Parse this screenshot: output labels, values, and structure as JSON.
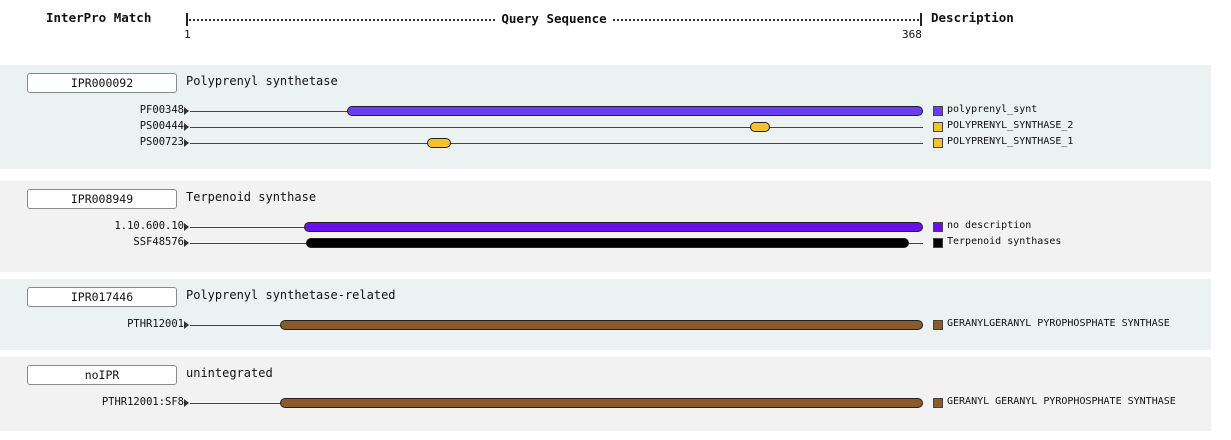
{
  "header": {
    "match_label": "InterPro Match",
    "query_label": "Query Sequence",
    "description_label": "Description",
    "start": "1",
    "end": "368"
  },
  "sequence_length": 368,
  "groups": [
    {
      "id": "IPR000092",
      "name": "Polyprenyl synthetase",
      "rows": [
        {
          "label": "PF00348",
          "start": 79,
          "end": 382,
          "color": "#6a3df0",
          "desc": "polyprenyl_synt"
        },
        {
          "label": "PS00444",
          "start": 281,
          "end": 291,
          "color": "#f5c12e",
          "desc": "POLYPRENYL_SYNTHASE_2"
        },
        {
          "label": "PS00723",
          "start": 119,
          "end": 131,
          "color": "#f5c12e",
          "desc": "POLYPRENYL_SYNTHASE_1"
        }
      ]
    },
    {
      "id": "IPR008949",
      "name": "Terpenoid synthase",
      "rows": [
        {
          "label": "1.10.600.10",
          "start": 57,
          "end": 368,
          "color": "#6a10e8",
          "desc": "no description"
        },
        {
          "label": "SSF48576",
          "start": 58,
          "end": 361,
          "color": "#000000",
          "desc": "Terpenoid synthases"
        }
      ]
    },
    {
      "id": "IPR017446",
      "name": "Polyprenyl synthetase-related",
      "rows": [
        {
          "label": "PTHR12001",
          "start": 45,
          "end": 368,
          "color": "#8b5a2b",
          "desc": "GERANYLGERANYL PYROPHOSPHATE SYNTHASE"
        }
      ]
    },
    {
      "id": "noIPR",
      "name": "unintegrated",
      "rows": [
        {
          "label": "PTHR12001:SF8",
          "start": 45,
          "end": 368,
          "color": "#8b5a2b",
          "desc": "GERANYL GERANYL PYROPHOSPHATE SYNTHASE"
        }
      ]
    }
  ]
}
